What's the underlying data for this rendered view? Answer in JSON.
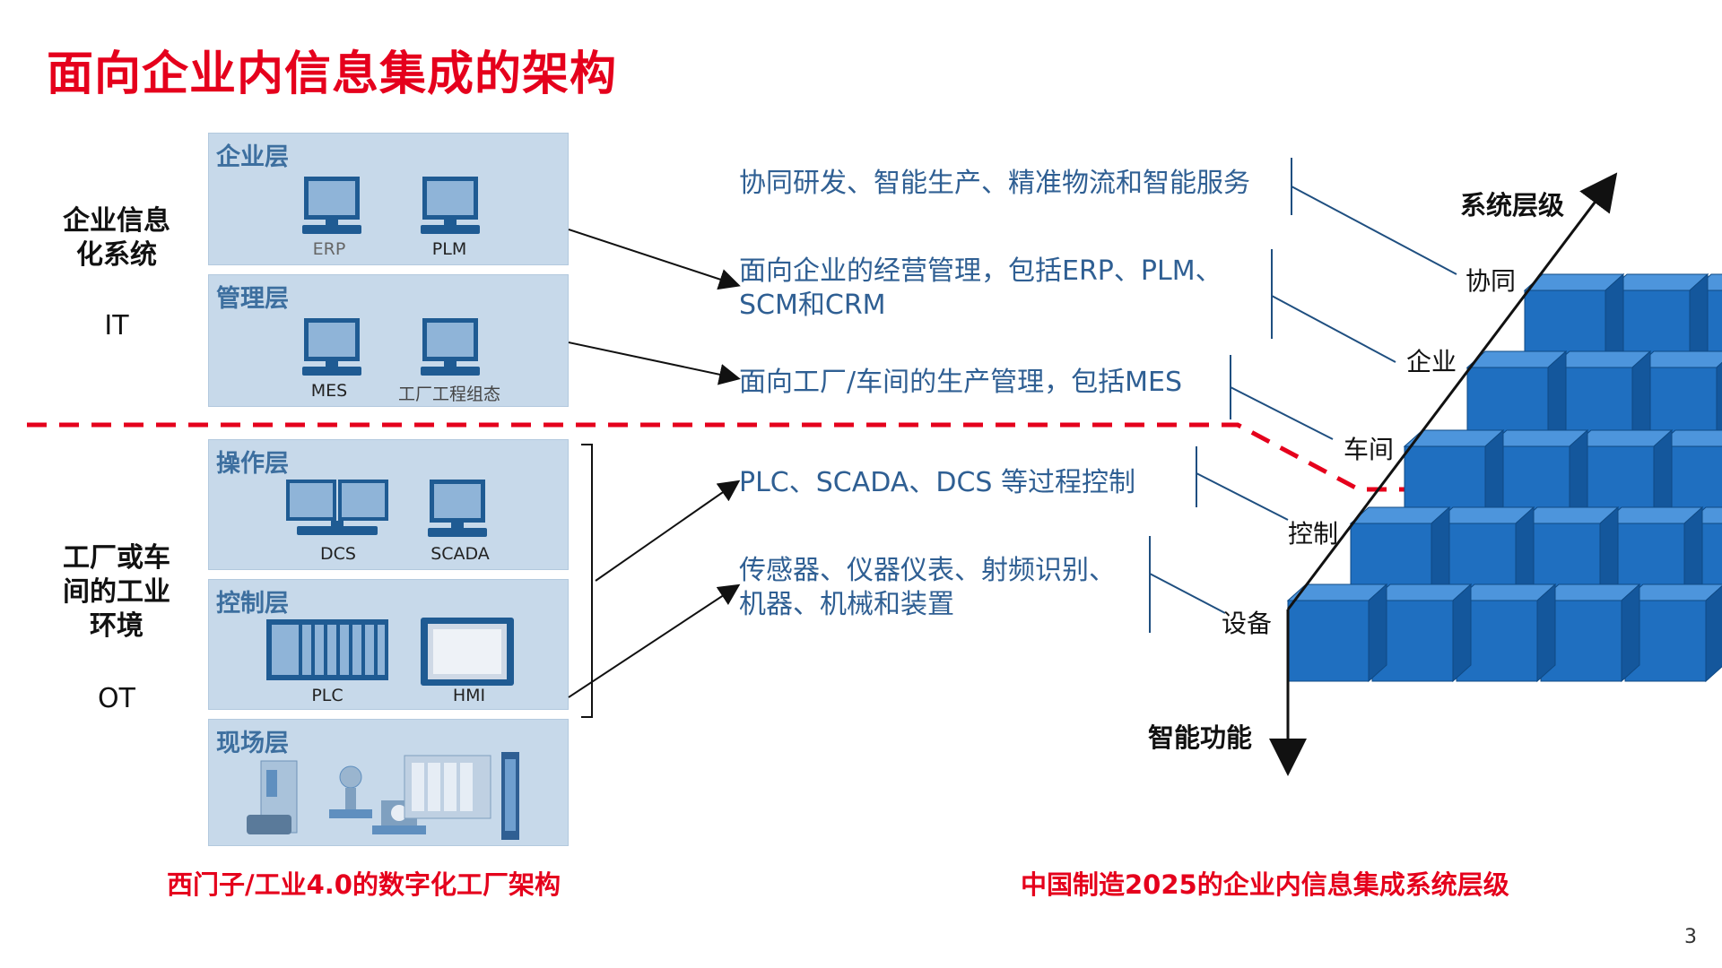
{
  "title": "面向企业内信息集成的架构",
  "left_diagram": {
    "groups": [
      {
        "label": "企业信息化系统",
        "abbr": "IT"
      },
      {
        "label": "工厂或车间的工业环境",
        "abbr": "OT"
      }
    ],
    "layers": [
      {
        "name": "企业层",
        "devices": [
          "ERP",
          "PLM"
        ]
      },
      {
        "name": "管理层",
        "devices": [
          "MES",
          "工厂工程组态"
        ]
      },
      {
        "name": "操作层",
        "devices": [
          "DCS",
          "SCADA"
        ]
      },
      {
        "name": "控制层",
        "devices": [
          "PLC",
          "HMI"
        ]
      },
      {
        "name": "现场层",
        "devices": []
      }
    ],
    "caption": "西门子/工业4.0的数字化工厂架构"
  },
  "descriptions": [
    "协同研发、智能生产、精准物流和智能服务",
    "面向企业的经营管理，包括ERP、PLM、",
    "SCM和CRM",
    "面向工厂/车间的生产管理，包括MES",
    "PLC、SCADA、DCS 等过程控制",
    "传感器、仪器仪表、射频识别、",
    "机器、机械和装置"
  ],
  "right_diagram": {
    "axis_up": "系统层级",
    "axis_down": "智能功能",
    "levels": [
      "协同",
      "企业",
      "车间",
      "控制",
      "设备"
    ],
    "caption": "中国制造2025的企业内信息集成系统层级"
  },
  "page_number": "3",
  "colors": {
    "accent_red": "#e5001c",
    "desc_blue": "#2f5f93",
    "layer_bg": "#c7d9ea",
    "cube_blue": "#1f6fc0"
  }
}
